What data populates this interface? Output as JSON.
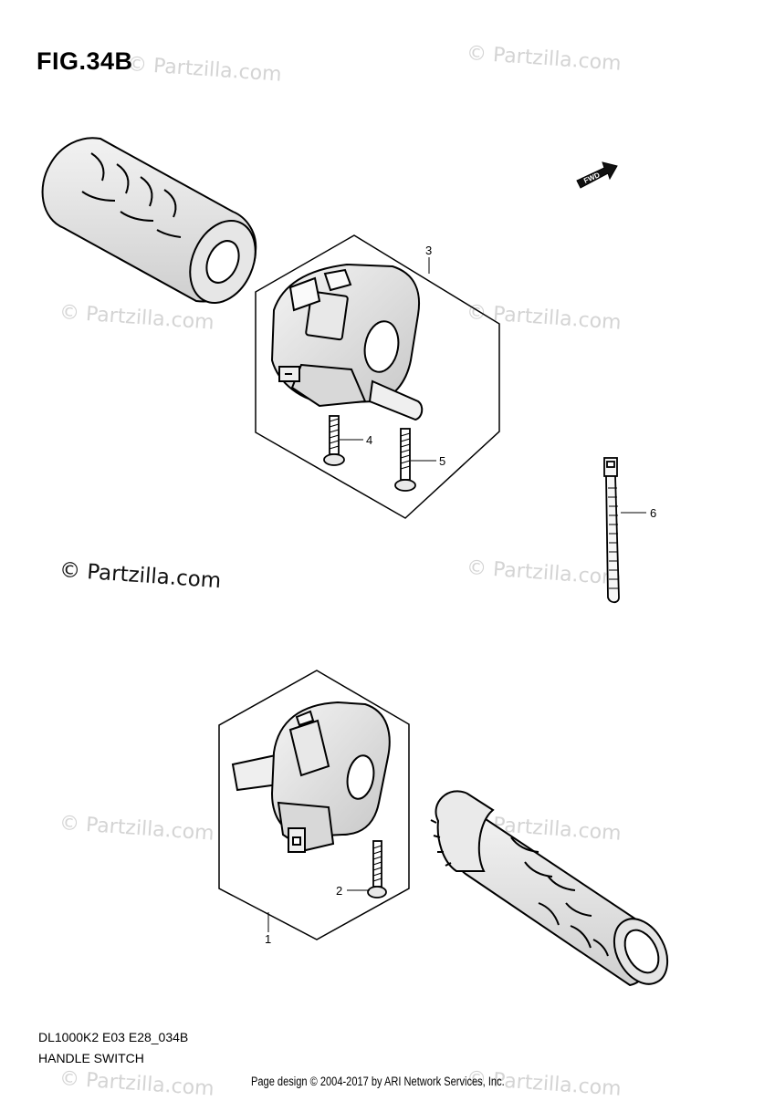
{
  "figure": {
    "title": "FIG.34B",
    "code": "DL1000K2 E03 E28_034B",
    "caption": "HANDLE SWITCH"
  },
  "fwd_label": "FWD",
  "callouts": [
    "1",
    "2",
    "3",
    "4",
    "5",
    "6"
  ],
  "watermark": {
    "text": "© Partzilla.com"
  },
  "footer": "Page design © 2004-2017 by ARI Network Services, Inc."
}
